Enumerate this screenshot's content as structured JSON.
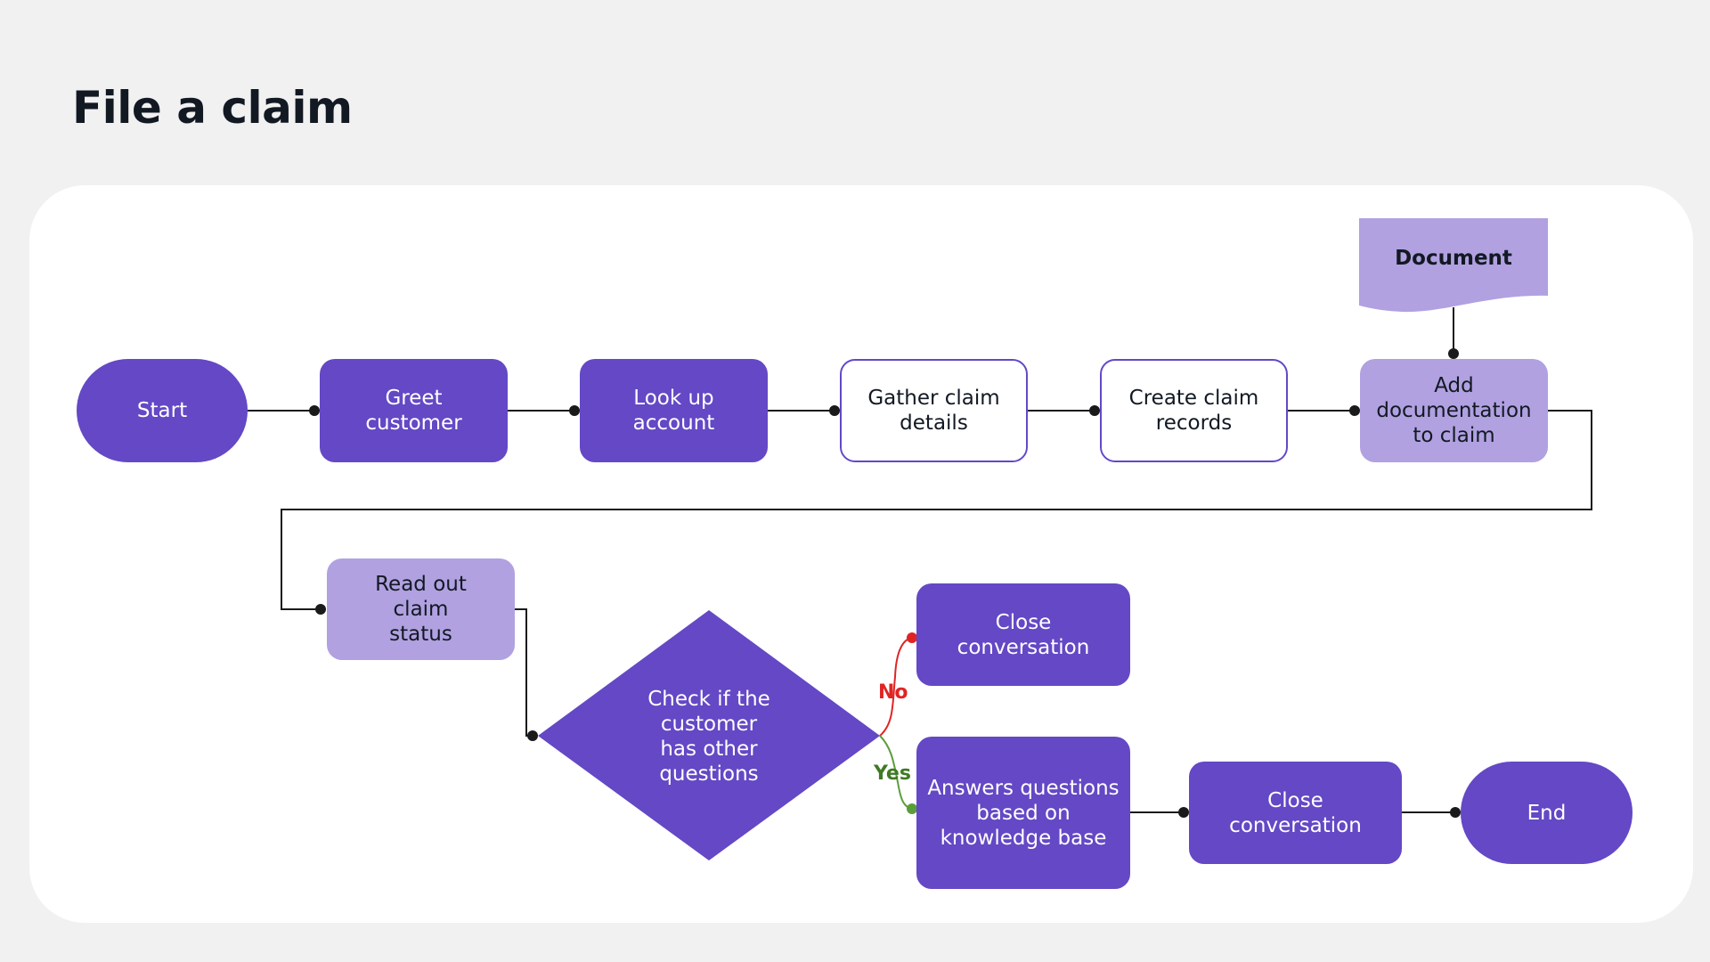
{
  "title": "File a claim",
  "colors": {
    "primary": "#6448c5",
    "secondary": "#b1a1e1",
    "no_branch": "#e02424",
    "yes_branch": "#5a9e3a",
    "connector": "#1a1a1a"
  },
  "nodes": {
    "start": "Start",
    "greet": "Greet\ncustomer",
    "lookup": "Look up\naccount",
    "gather": "Gather claim\ndetails",
    "create": "Create claim\nrecords",
    "document": "Document",
    "add_doc": "Add\ndocumentation\nto claim",
    "read_status": "Read out\nclaim\nstatus",
    "check": "Check if the\ncustomer\nhas other\nquestions",
    "close_no": "Close\nconversation",
    "answers": "Answers questions\nbased on\nknowledge base",
    "close_yes": "Close\nconversation",
    "end": "End"
  },
  "branches": {
    "no": "No",
    "yes": "Yes"
  }
}
